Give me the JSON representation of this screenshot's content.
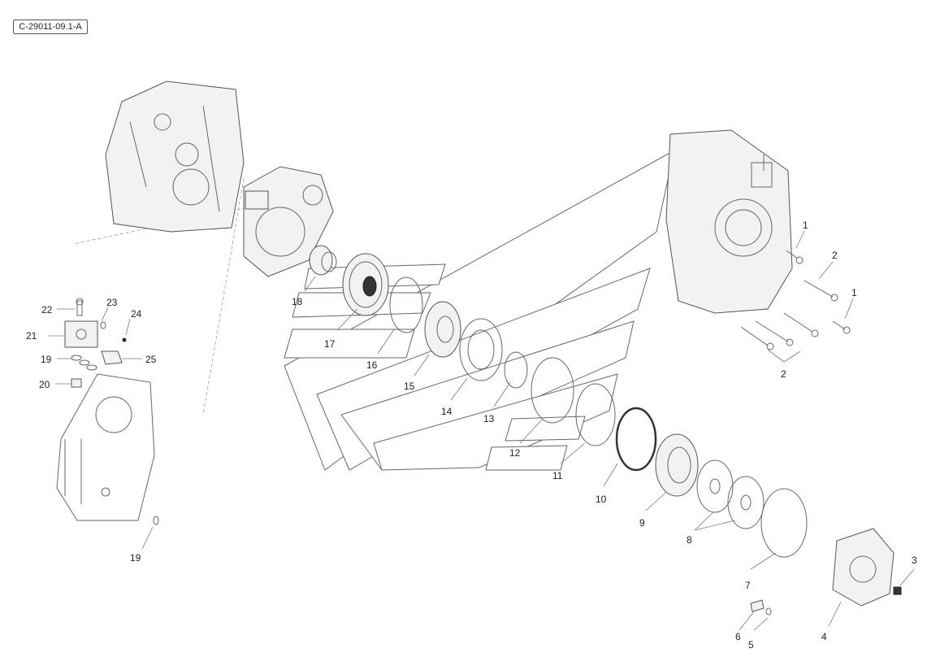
{
  "diagram": {
    "reference_code": "C-29011-09.1-A",
    "callouts": {
      "c1a": "1",
      "c1b": "1",
      "c2a": "2",
      "c2b": "2",
      "c3": "3",
      "c4": "4",
      "c5": "5",
      "c6": "6",
      "c7": "7",
      "c8": "8",
      "c9": "9",
      "c10": "10",
      "c11": "11",
      "c12": "12",
      "c13": "13",
      "c14": "14",
      "c15": "15",
      "c16": "16",
      "c17": "17",
      "c18": "18",
      "c19a": "19",
      "c19b": "19",
      "c20": "20",
      "c21": "21",
      "c22": "22",
      "c23": "23",
      "c24": "24",
      "c25": "25"
    }
  }
}
